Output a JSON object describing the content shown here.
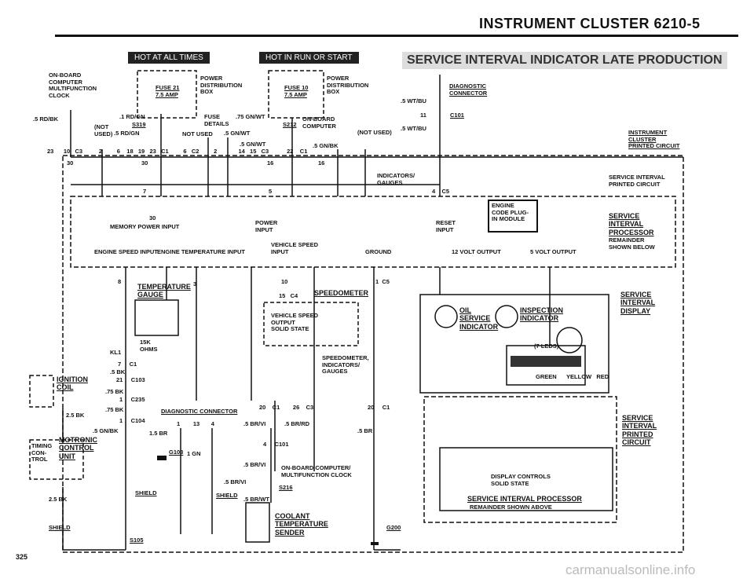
{
  "header": {
    "title": "INSTRUMENT CLUSTER   6210-5"
  },
  "banners": {
    "hot_at_all_times": "HOT AT ALL TIMES",
    "hot_in_run": "HOT IN RUN OR START",
    "section_title": "SERVICE INTERVAL INDICATOR LATE PRODUCTION"
  },
  "labels": {
    "onboard_computer": "ON-BOARD\nCOMPUTER\nMULTIFUNCTION\nCLOCK",
    "power_dist_left": "POWER\nDISTRIBUTION\nBOX",
    "fuse21": "FUSE 21\n7.5 AMP",
    "fuse10": "FUSE 10\n7.5 AMP",
    "power_dist_right": "POWER\nDISTRIBUTION\nBOX",
    "diagnostic_connector_top": "DIAGNOSTIC\nCONNECTOR",
    "wire_5wtbu_1": ".5 WT/BU",
    "wire_5wtbu_2": ".5 WT/BU",
    "c101_top": "C101",
    "n11": "11",
    "wire_5rdbk": ".5 RD/BK",
    "not_used_left": "(NOT\nUSED)",
    "wire_1rdgn": ".1 RD/GN",
    "s319": "S319",
    "wire_5rdgn": ".5 RD/GN",
    "fuse_details": "FUSE\nDETAILS",
    "not_used_mid": "NOT USED",
    "wire_75gnwt": ".75 GN/WT",
    "wire_5gnwt_a": ".5 GN/WT",
    "wire_5gnwt_b": ".5 GN/WT",
    "s212": "S212",
    "onboard_computer_r": "ON-BOARD\nCOMPUTER",
    "not_used_right": "(NOT USED)",
    "wire_5gnbk": ".5 GN/BK",
    "instrument_cluster": "INSTRUMENT\nCLUSTER\nPRINTED CIRCUIT",
    "pins_top": "23      10   C3          2         6    18   19   23   C1         6   C2         2             14   15   C3           22    C1",
    "pin30": "30",
    "pin30b": "30",
    "pin16": "16",
    "pin16b": "16",
    "indicators_gauges": "INDICATORS/\nGAUGES",
    "si_printed_circuit": "SERVICE INTERVAL\nPRINTED CIRCUIT",
    "pin7": "7",
    "pin5": "5",
    "pin4c5": "4    C5",
    "engine_code_plug": "ENGINE\nCODE PLUG-\nIN MODULE",
    "n30": "30",
    "memory_power": "MEMORY POWER INPUT",
    "power_input": "POWER\nINPUT",
    "reset_input": "RESET\nINPUT",
    "sip_label": "SERVICE\nINTERVAL\nPROCESSOR",
    "remainder_below": "REMAINDER\nSHOWN BELOW",
    "engine_speed_input": "ENGINE SPEED INPUT",
    "engine_temp_input": "ENGINE TEMPERATURE INPUT",
    "vehicle_speed_input": "VEHICLE SPEED\nINPUT",
    "ground": "GROUND",
    "v12_output": "12 VOLT OUTPUT",
    "v5_output": "5 VOLT OUTPUT",
    "temp_gauge": "TEMPERATURE\nGAUGE",
    "pin8": "8",
    "pin3": "3",
    "pin10": "10",
    "pin15c4": "15   C4",
    "speedometer": "SPEEDOMETER",
    "pin1c5": "1  C5",
    "vehicle_speed_output": "VEHICLE SPEED\nOUTPUT\nSOLID STATE",
    "si_display": "SERVICE\nINTERVAL\nDISPLAY",
    "oil_service_indicator": "OIL\nSERVICE\nINDICATOR",
    "inspection_indicator": "INSPECTION\nINDICATOR",
    "ohms": "15K\nOHMS",
    "kl1": "KL1",
    "speedo_indicators": "SPEEDOMETER,\nINDICATORS/\nGAUGES",
    "leds": "(7 LEDS)",
    "led_colors": "GREEN      YELLOW   RED",
    "c1_a": "7     C1",
    "wire_5bk": ".5 BK",
    "c103": "21     C103",
    "wire_75bk_a": ".75 BK",
    "c235": "1     C235",
    "wire_75bk_b": ".75 BK",
    "wire_25bk_a": "2.5 BK",
    "c104": "1     C104",
    "wire_5gnbk_b": ".5 GN/BK",
    "wire_15br": "1.5 BR",
    "g103": "G103",
    "wire_1gn": "1 GN",
    "ignition_coil": "IGNITION\nCOIL",
    "motronic": "MOTRONIC\nCONTROL\nUNIT",
    "timing_control": "TIMING\nCON-\nTROL",
    "diag_connector": "DIAGNOSTIC CONNECTOR",
    "pins_diag": "1        13       4",
    "c1_c3": "20    C1        26    C3",
    "c1_20": "20     C1",
    "wire_5brvi_a": ".5 BR/VI",
    "wire_5brrd": ".5 BR/RD",
    "wire_5br": ".5 BR",
    "c101_bot": "4     C101",
    "wire_5brvi_b": ".5 BR/VI",
    "wire_5brvi_c": ".5 BR/VI",
    "onboard_mfc": "ON-BOARD COMPUTER/\nMULTIFUNCTION CLOCK",
    "s216": "S216",
    "wire_5brwt": ".5 BR/WT",
    "shield_a": "SHIELD",
    "shield_b": "SHIELD",
    "shield_c": "SHIELD",
    "wire_25bk_b": "2.5 BK",
    "s105": "S105",
    "coolant_sender": "COOLANT\nTEMPERATURE\nSENDER",
    "g200": "G200",
    "si_lower": "SERVICE\nINTERVAL\nPRINTED\nCIRCUIT",
    "display_controls": "DISPLAY CONTROLS\nSOLID STATE",
    "sip_remainder": "SERVICE INTERVAL PROCESSOR",
    "remainder_above": "REMAINDER SHOWN ABOVE"
  },
  "page_number": "325",
  "watermark": "carmanualsonline.info"
}
